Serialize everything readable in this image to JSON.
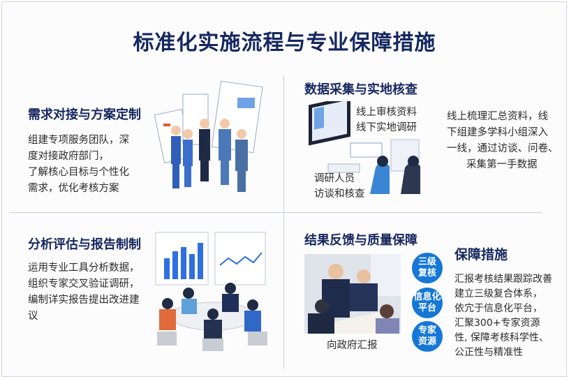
{
  "title": "标准化实施流程与专业保障措施",
  "sections": [
    {
      "heading": "需求对接与方案定制",
      "lines": [
        "组建专项服务团队，深",
        "度对接政府部门，",
        "了解核心目标与个性化",
        "需求，优化考核方案"
      ]
    },
    {
      "heading": "数据采集与实地核查",
      "captions": {
        "top": [
          "线上审核资料",
          "线下实地调研"
        ],
        "bottom": [
          "调研人员",
          "访谈和核查"
        ]
      },
      "lines": [
        "线上梳理汇总资料，线",
        "下组建多学科小组深入",
        "一线，通过访谈、问卷、",
        "采集第一手数据"
      ]
    },
    {
      "heading": "分析评估与报告制制",
      "lines": [
        "运用专业工具分析数据，",
        "组织专家交叉验证调研，",
        "编制详实报告提出改进建",
        "议"
      ]
    },
    {
      "heading": "结果反馈与质量保障",
      "photo_caption": "向政府汇报",
      "badges": [
        [
          "三级",
          "复核"
        ],
        [
          "信息化",
          "平台"
        ],
        [
          "专家",
          "资源"
        ]
      ],
      "subheading": "保障措施",
      "lines": [
        "汇报考核结果跟踪改善",
        "建立三级复合体系，",
        "依宂于信息化平台，",
        "汇聚300+专家资源",
        "性, 保障考核科学性、",
        "公正性与精准性"
      ]
    }
  ],
  "colors": {
    "navy": "#15275e",
    "accent": "#1577d6"
  },
  "chart_illustration": {
    "bars": [
      3,
      4,
      4.6,
      3.6,
      5.2
    ],
    "line": [
      2,
      3,
      2.2,
      3.2,
      2.4,
      3.8
    ]
  }
}
